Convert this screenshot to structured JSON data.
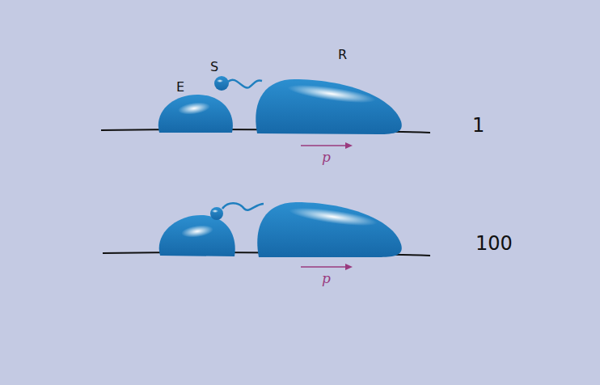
{
  "diagram": {
    "labels": [
      "E",
      "S",
      "R",
      "p",
      "1",
      "p",
      "100"
    ]
  }
}
